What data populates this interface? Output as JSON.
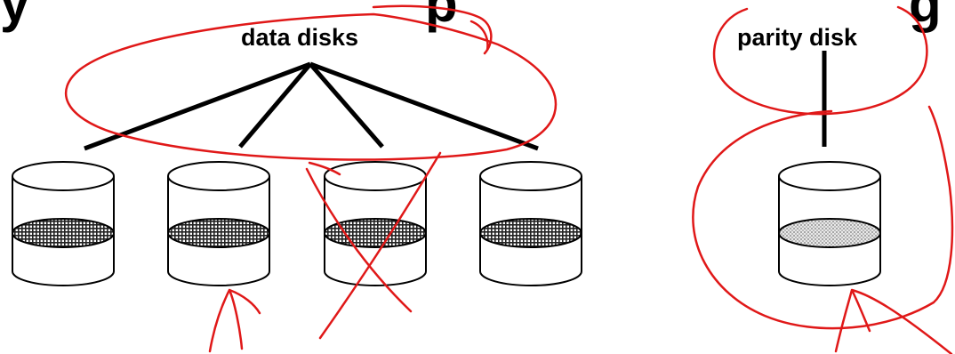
{
  "heading": {
    "left_fragment": "y",
    "mid_fragment": "p",
    "right_fragment": "g"
  },
  "labels": {
    "data_disks": "data disks",
    "parity_disk": "parity disk"
  },
  "colors": {
    "ink": "#000000",
    "annotation": "#e01818",
    "data_stripe_fill": "#6a6a6a",
    "parity_stripe_fill": "#b5b5b5"
  },
  "disks": [
    {
      "role": "data",
      "crossed_out": false
    },
    {
      "role": "data",
      "crossed_out": false
    },
    {
      "role": "data",
      "crossed_out": true
    },
    {
      "role": "data",
      "crossed_out": false
    },
    {
      "role": "parity",
      "crossed_out": false
    }
  ]
}
